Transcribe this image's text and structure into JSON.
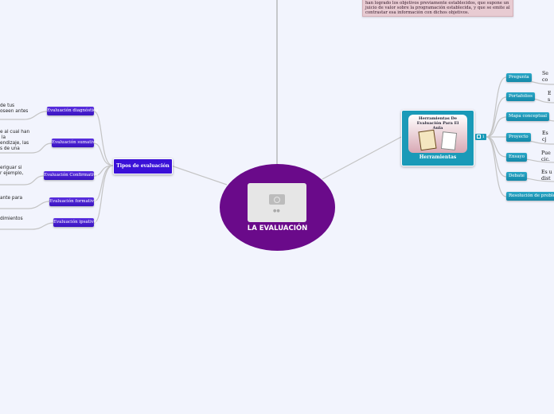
{
  "central": {
    "title": "LA EVALUACIÓN",
    "image_icon": "camera-icon"
  },
  "top_note": {
    "text": "han logrado los objetivos previamente establecidos, que supone un juicio de valor sobre la programación establecida, y que se emite al contrastar esa información con dichos objetivos."
  },
  "types": {
    "title": "Tipos de evaluación",
    "items": [
      {
        "label": "Evaluación diagnóstica",
        "text": "de tus\noseen antes"
      },
      {
        "label": "Evaluación sumativa",
        "text": "e al cual han\n la\nendizaje, las\ns de una"
      },
      {
        "label": "Evaluación Confirmativa",
        "text": "eriguar si\nr ejemplo,"
      },
      {
        "label": "Evaluación formativa",
        "text": "ante para"
      },
      {
        "label": "Evaluación ipsativa",
        "text": "dimientos"
      }
    ]
  },
  "tools": {
    "title": "Herramientas",
    "image_caption": "Herramientas De Evaluación Para El Aula",
    "collapse_count": "1",
    "items": [
      {
        "label": "Pregunta",
        "text": "Se\nco"
      },
      {
        "label": "Portafolios",
        "text": "E\ns"
      },
      {
        "label": "Mapa conceptual",
        "text": ""
      },
      {
        "label": "Proyecto",
        "text": "Es\ncj"
      },
      {
        "label": "Ensayo",
        "text": "Pue\ncic."
      },
      {
        "label": "Debate",
        "text": "Es u\ndist"
      },
      {
        "label": "Resolución de problemas",
        "text": ""
      }
    ]
  },
  "colors": {
    "central": "#6a0a8a",
    "types": "#3a14c0",
    "tools": "#1a9ab8",
    "note": "#e8cbd2"
  }
}
